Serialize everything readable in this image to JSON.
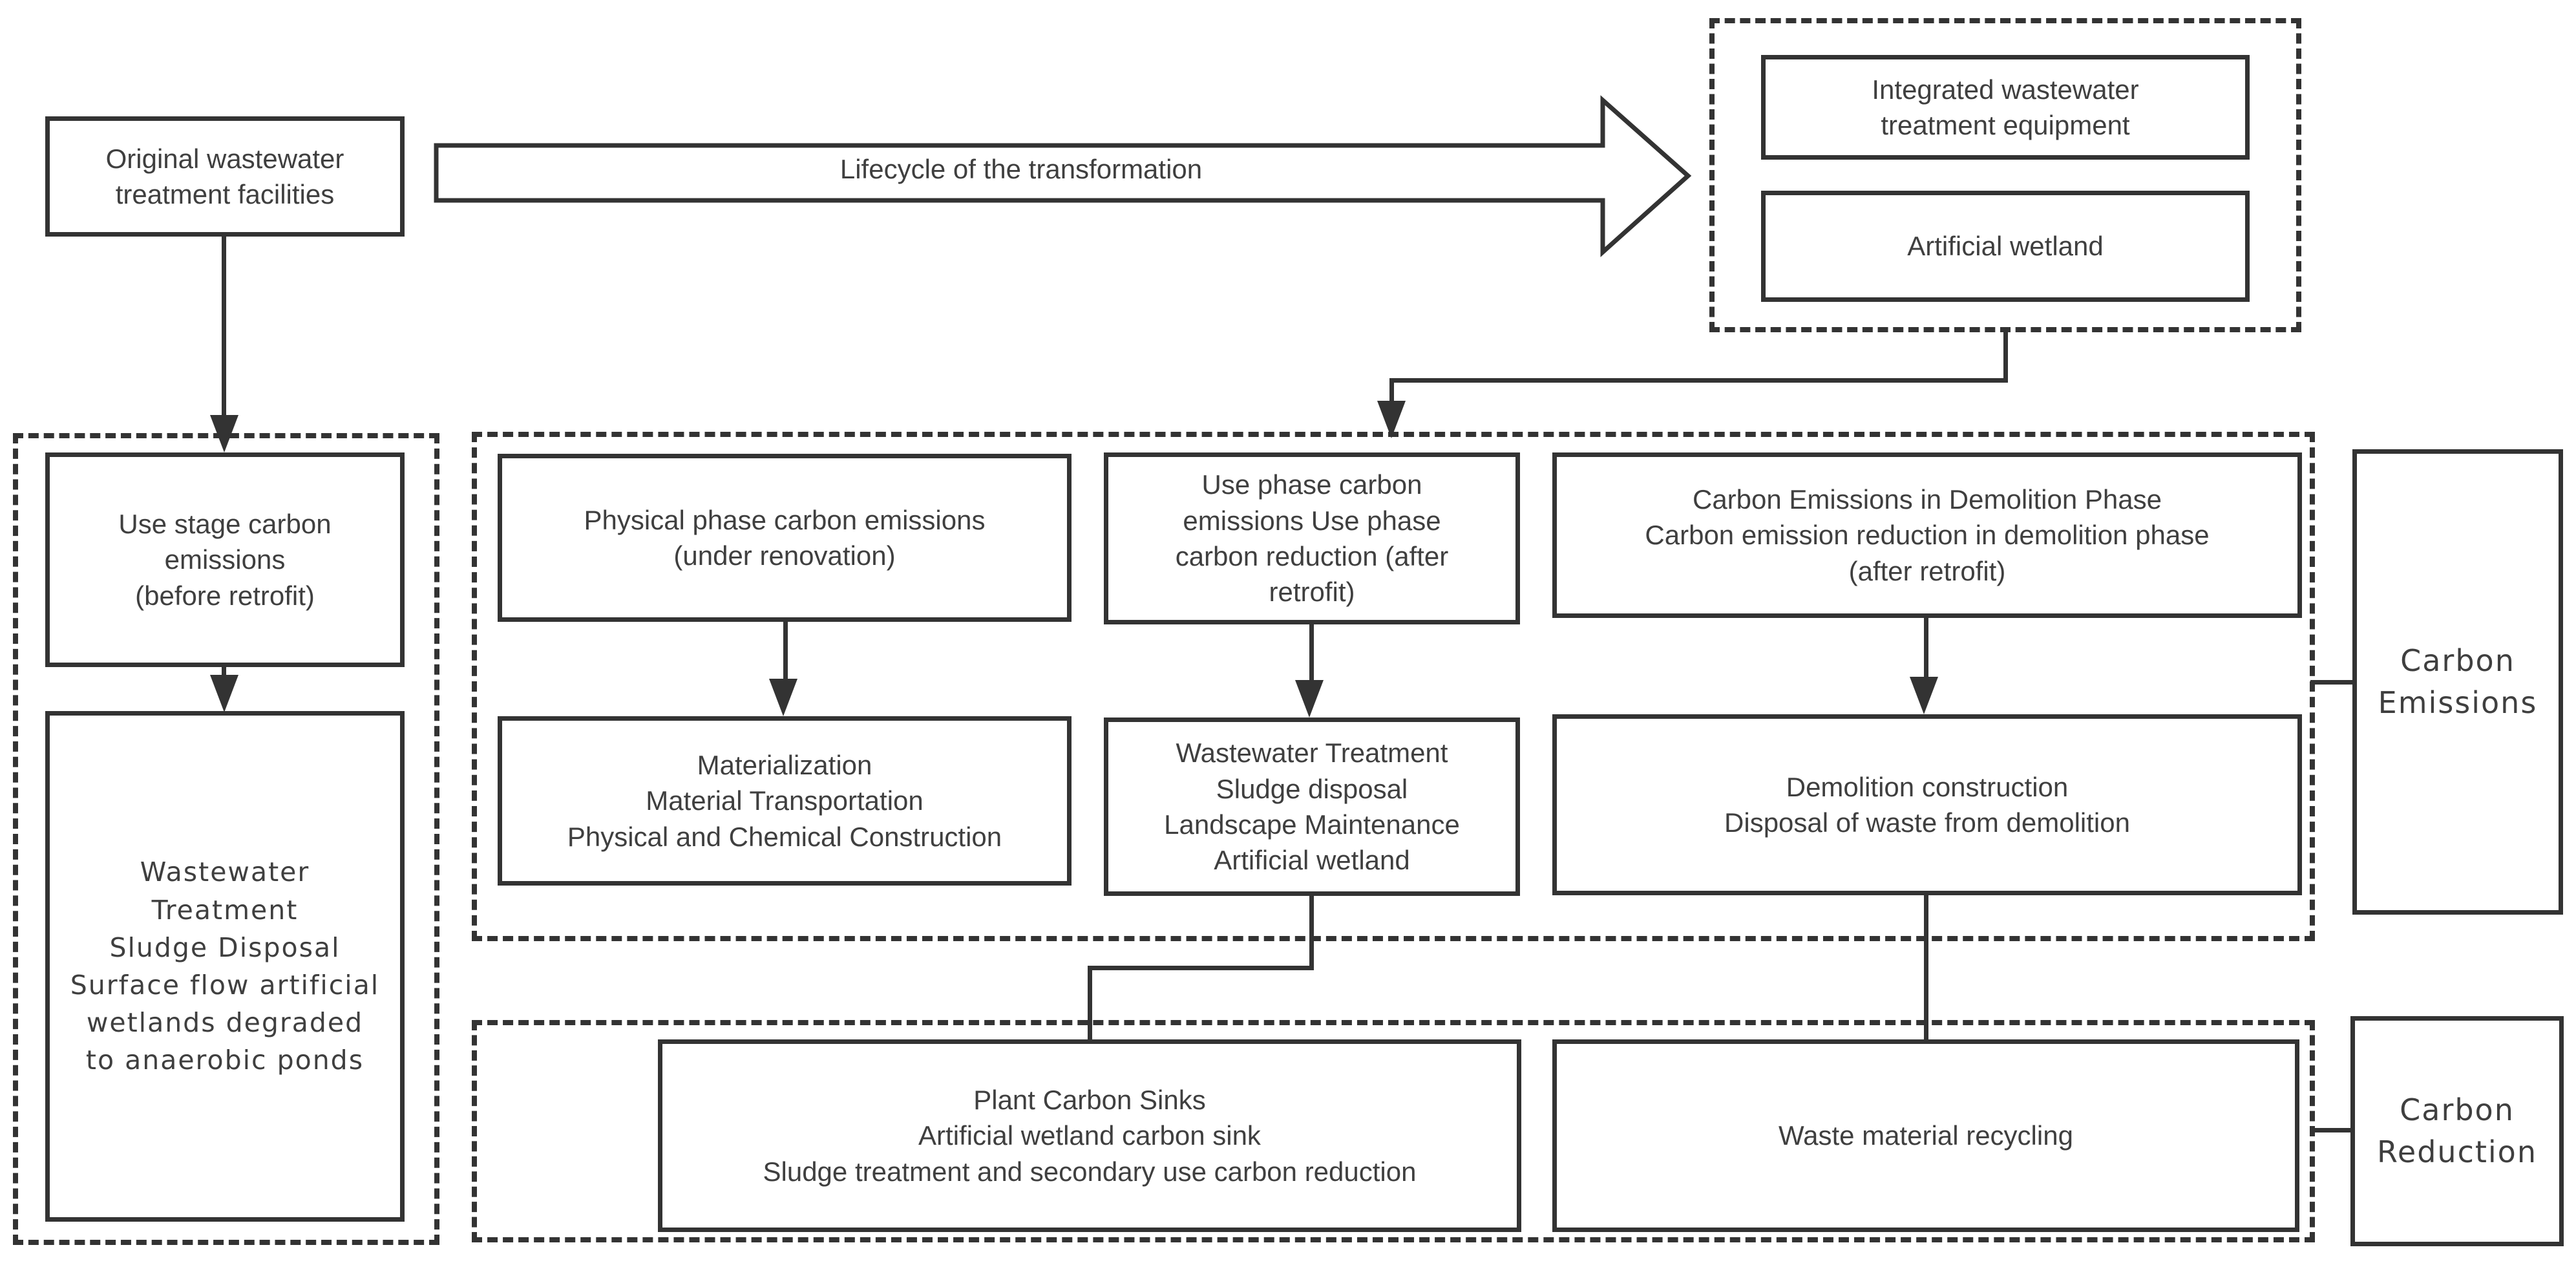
{
  "colors": {
    "stroke": "#333333",
    "text": "#3f3f3f",
    "background": "#ffffff"
  },
  "nodes": {
    "original_facilities": "Original wastewater\ntreatment facilities",
    "lifecycle_arrow_label": "Lifecycle of the transformation",
    "integrated_equipment": "Integrated wastewater\ntreatment equipment",
    "artificial_wetland": "Artificial wetland",
    "use_stage_emissions": "Use stage carbon\nemissions\n(before retrofit)",
    "before_retrofit_activities": "Wastewater\nTreatment\nSludge Disposal\nSurface flow artificial\nwetlands degraded\nto anaerobic ponds",
    "physical_phase": "Physical phase carbon emissions\n(under renovation)",
    "use_phase": "Use phase carbon\nemissions Use phase\ncarbon reduction (after\nretrofit)",
    "demolition_phase": "Carbon Emissions in Demolition Phase\nCarbon emission reduction in demolition phase\n(after retrofit)",
    "materialization": "Materialization\nMaterial Transportation\nPhysical and Chemical Construction",
    "use_activities": "Wastewater Treatment\nSludge disposal\nLandscape Maintenance\nArtificial wetland",
    "demolition_activities": "Demolition construction\nDisposal of waste from demolition",
    "plant_carbon_sinks": "Plant Carbon Sinks\nArtificial wetland carbon sink\nSludge treatment and secondary use carbon reduction",
    "waste_recycling": "Waste material recycling",
    "carbon_emissions": "Carbon\nEmissions",
    "carbon_reduction": "Carbon\nReduction"
  }
}
